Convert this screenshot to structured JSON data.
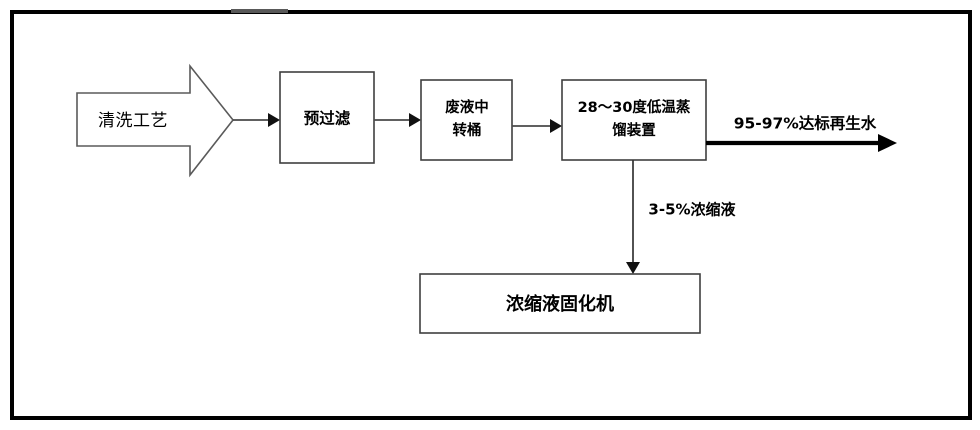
{
  "diagram": {
    "type": "process-flow",
    "source_node": {
      "id": "cleaning-process",
      "shape": "block-arrow",
      "label": "清洗工艺"
    },
    "process_nodes": [
      {
        "id": "pre-filter",
        "shape": "rectangle",
        "label": "预过滤"
      },
      {
        "id": "waste-liquid-drum",
        "shape": "rectangle",
        "label_line1": "废液中",
        "label_line2": "转桶"
      },
      {
        "id": "low-temp-distiller",
        "shape": "rectangle",
        "label_line1": "28～30度低温蒸",
        "label_line2": "馏装置"
      }
    ],
    "terminal_node": {
      "id": "concentrate-solidifier",
      "shape": "rectangle",
      "label": "浓缩液固化机"
    },
    "edge_labels": {
      "recycled_water": "95-97%达标再生水",
      "concentrate": "3-5%浓缩液"
    },
    "colors": {
      "frame_border": "#000000",
      "box_border": "#3f3f3f",
      "connector": "#4a4a4a",
      "thick_arrow": "#000000",
      "notch": "#595959",
      "background": "#ffffff"
    }
  }
}
